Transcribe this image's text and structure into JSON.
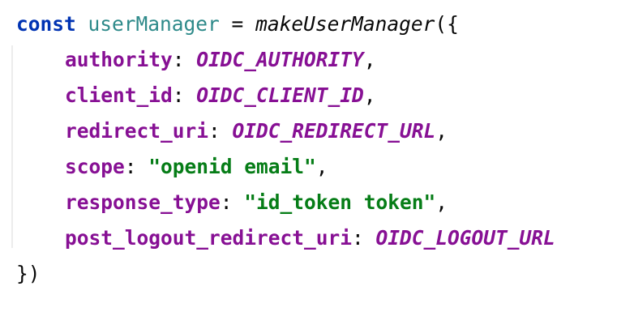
{
  "code": {
    "line1": {
      "keyword": "const",
      "variable": "userManager",
      "operator": " = ",
      "function": "makeUserManager",
      "open": "({"
    },
    "props": [
      {
        "key": "authority",
        "sep": ": ",
        "value": "OIDC_AUTHORITY",
        "end": ","
      },
      {
        "key": "client_id",
        "sep": ": ",
        "value": "OIDC_CLIENT_ID",
        "end": ","
      },
      {
        "key": "redirect_uri",
        "sep": ": ",
        "value": "OIDC_REDIRECT_URL",
        "end": ","
      },
      {
        "key": "scope",
        "sep": ": ",
        "value": "\"openid email\"",
        "end": ","
      },
      {
        "key": "response_type",
        "sep": ": ",
        "value": "\"id_token token\"",
        "end": ","
      },
      {
        "key": "post_logout_redirect_uri",
        "sep": ": ",
        "value": "OIDC_LOGOUT_URL",
        "end": ""
      }
    ],
    "close": "})"
  },
  "colors": {
    "keyword": "#0033b3",
    "variable": "#2e8a8a",
    "property": "#871094",
    "constant": "#871094",
    "string": "#067d17",
    "plain": "#080808"
  }
}
